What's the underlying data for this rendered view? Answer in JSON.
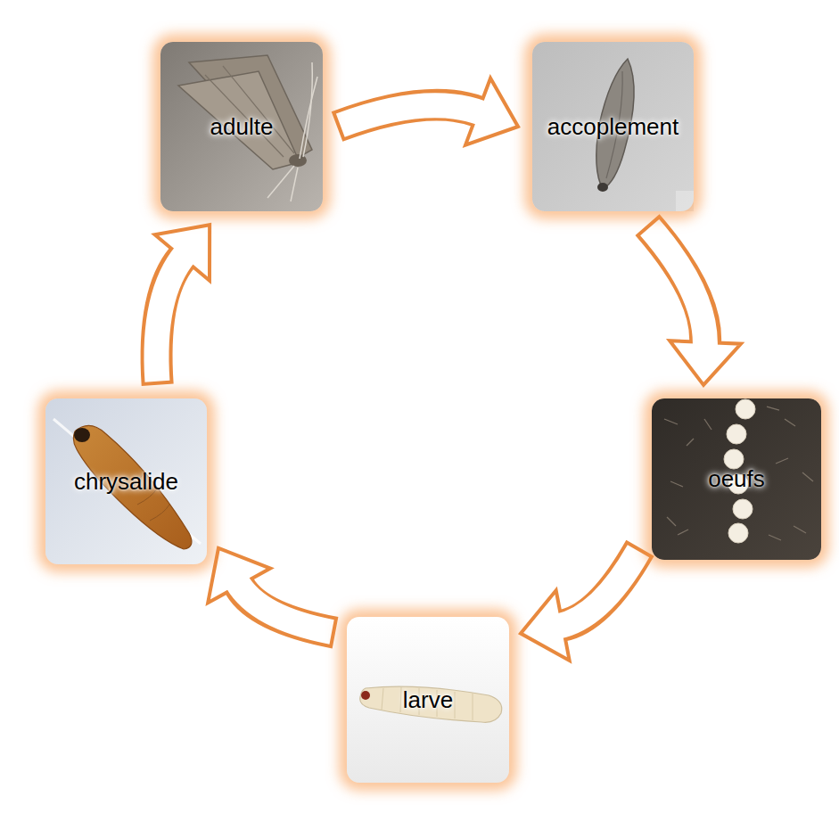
{
  "diagram": {
    "nodes": [
      {
        "text": [
          "adulte"
        ]
      },
      {
        "text": [
          "accoplement"
        ]
      },
      {
        "text": [
          "oeufs"
        ]
      },
      {
        "text": [
          "larve"
        ]
      },
      {
        "text": [
          "chrysalide"
        ]
      }
    ],
    "edges": [
      {
        "from": 0,
        "to": 1,
        "arrow": "to"
      },
      {
        "from": 1,
        "to": 2,
        "arrow": "to"
      },
      {
        "from": 2,
        "to": 3,
        "arrow": "to"
      },
      {
        "from": 3,
        "to": 4,
        "arrow": "to"
      },
      {
        "from": 4,
        "to": 0,
        "arrow": "to"
      }
    ]
  }
}
